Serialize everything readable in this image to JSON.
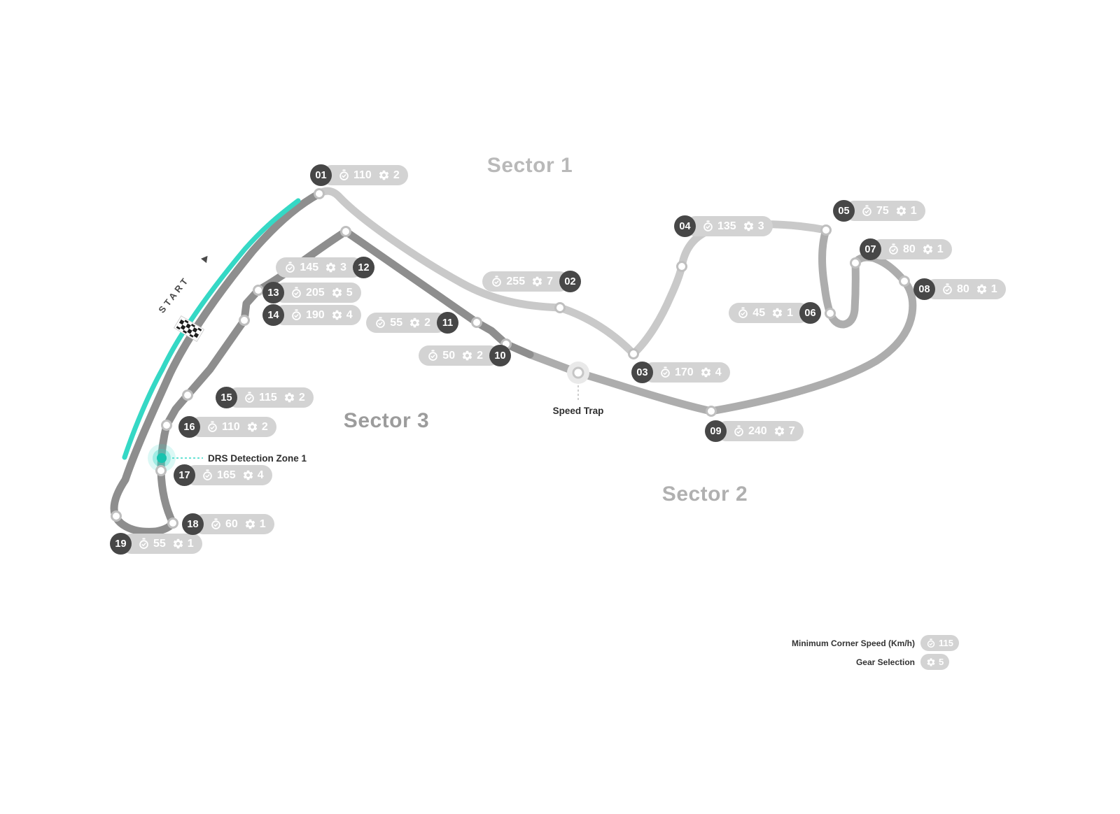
{
  "sectors": [
    {
      "label": "Sector 1"
    },
    {
      "label": "Sector 2"
    },
    {
      "label": "Sector 3"
    }
  ],
  "corners": [
    {
      "num": "01",
      "speed": "110",
      "gear": "2"
    },
    {
      "num": "02",
      "speed": "255",
      "gear": "7"
    },
    {
      "num": "03",
      "speed": "170",
      "gear": "4"
    },
    {
      "num": "04",
      "speed": "135",
      "gear": "3"
    },
    {
      "num": "05",
      "speed": "75",
      "gear": "1"
    },
    {
      "num": "06",
      "speed": "45",
      "gear": "1"
    },
    {
      "num": "07",
      "speed": "80",
      "gear": "1"
    },
    {
      "num": "08",
      "speed": "80",
      "gear": "1"
    },
    {
      "num": "09",
      "speed": "240",
      "gear": "7"
    },
    {
      "num": "10",
      "speed": "50",
      "gear": "2"
    },
    {
      "num": "11",
      "speed": "55",
      "gear": "2"
    },
    {
      "num": "12",
      "speed": "145",
      "gear": "3"
    },
    {
      "num": "13",
      "speed": "205",
      "gear": "5"
    },
    {
      "num": "14",
      "speed": "190",
      "gear": "4"
    },
    {
      "num": "15",
      "speed": "115",
      "gear": "2"
    },
    {
      "num": "16",
      "speed": "110",
      "gear": "2"
    },
    {
      "num": "17",
      "speed": "165",
      "gear": "4"
    },
    {
      "num": "18",
      "speed": "60",
      "gear": "1"
    },
    {
      "num": "19",
      "speed": "55",
      "gear": "1"
    }
  ],
  "labels": {
    "start": "START",
    "drs_detection": "DRS Detection Zone 1",
    "speed_trap": "Speed Trap"
  },
  "legend": {
    "min_corner_speed_label": "Minimum Corner Speed (Km/h)",
    "min_corner_speed_value": "115",
    "gear_selection_label": "Gear Selection",
    "gear_selection_value": "5"
  },
  "colors": {
    "drs_accent": "#35d8c5",
    "sector1_track": "#c9c9c9",
    "sector2_track": "#adadad",
    "sector3_track": "#8e8e8e",
    "pill_background": "#d3d3d3",
    "corner_number_circle": "#474747"
  }
}
